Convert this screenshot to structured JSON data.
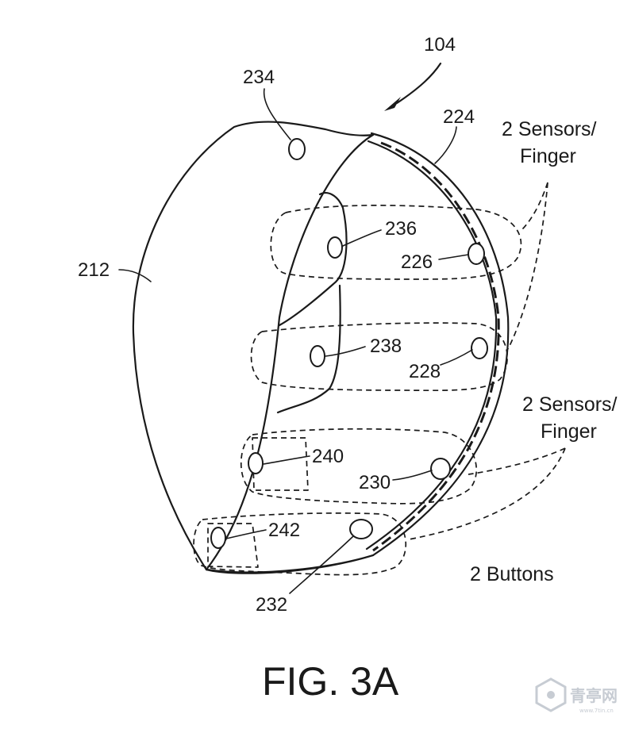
{
  "figure": {
    "caption": "FIG. 3A",
    "labels": {
      "device": "104",
      "shell": "212",
      "strap": "224",
      "sensor_top": "234",
      "sensor_226": "226",
      "sensor_228": "228",
      "sensor_230": "230",
      "sensor_232": "232",
      "sensor_236": "236",
      "sensor_238": "238",
      "sensor_240": "240",
      "sensor_242": "242"
    },
    "notes": {
      "upper_sensors_line1": "2 Sensors/",
      "upper_sensors_line2": "Finger",
      "lower_sensors_line1": "2 Sensors/",
      "lower_sensors_line2": "Finger",
      "buttons": "2 Buttons"
    }
  },
  "watermark": {
    "text": "青亭网",
    "url": "www.7tin.cn"
  }
}
